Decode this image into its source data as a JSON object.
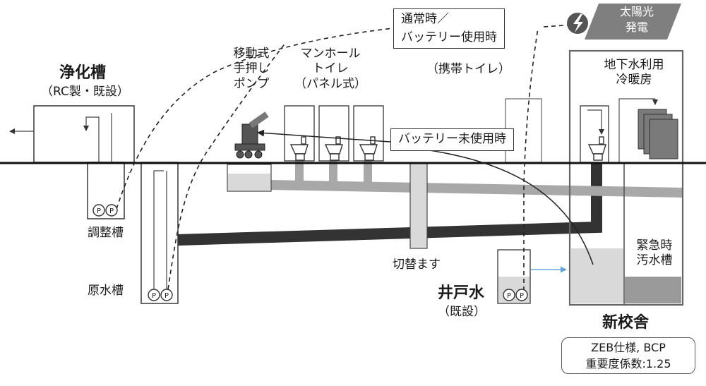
{
  "labels": {
    "septic_tank": "浄化槽",
    "septic_tank_note": "（RC製・既設）",
    "adjustment_tank": "調整槽",
    "raw_water_tank": "原水槽",
    "mobile_pump": "移動式\n手押し\nポンプ",
    "manhole_toilet": "マンホール\nトイレ\n（パネル式）",
    "normal_battery": "通常時／\nバッテリー使用時",
    "portable_toilet": "（携帯トイレ）",
    "no_battery": "バッテリー未使用時",
    "switch_basin": "切替ます",
    "well_water": "井戸水",
    "well_water_note": "（既設）",
    "solar": "太陽光\n発電",
    "groundwater": "地下水利用\n冷暖房",
    "emergency_tank": "緊急時\n汚水槽",
    "new_building": "新校舎",
    "zeb_bcp": "ZEB仕様, BCP\n重要度係数:1.25",
    "pump": "P"
  },
  "colors": {
    "dark_pipe": "#333333",
    "light_pipe": "#a8a8a8",
    "tank_fill": "#d9d9d9",
    "solar_fill": "#7f7f7f",
    "arrow_blue": "#6aa3d8"
  }
}
